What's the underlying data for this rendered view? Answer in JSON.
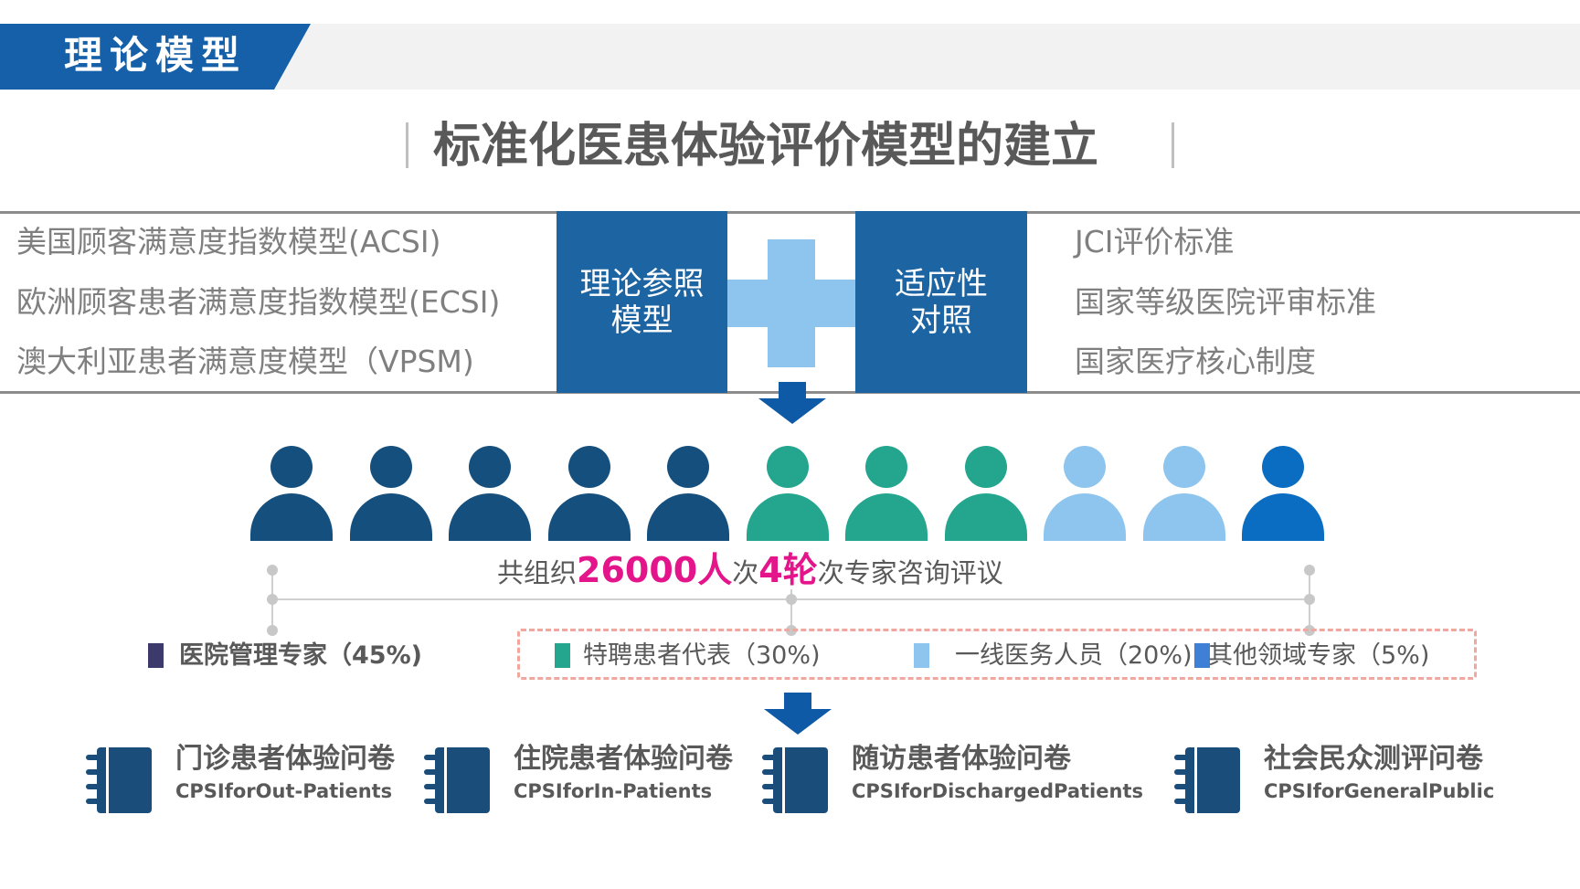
{
  "header": {
    "section_label": "理论模型"
  },
  "main_title": "标准化医患体验评价模型的建立",
  "left_models": [
    "美国顾客满意度指数模型(ACSI)",
    "欧洲顾客患者满意度指数模型(ECSI)",
    "澳大利亚患者满意度模型（VPSM)"
  ],
  "center": {
    "box_left": [
      "理论参照",
      "模型"
    ],
    "box_right": [
      "适应性",
      "对照"
    ]
  },
  "right_standards": [
    "JCI评价标准",
    "国家等级医院评审标准",
    "国家医疗核心制度"
  ],
  "people_colors": [
    "#154f7d",
    "#154f7d",
    "#154f7d",
    "#154f7d",
    "#154f7d",
    "#23a58e",
    "#23a58e",
    "#23a58e",
    "#8ec5ee",
    "#8ec5ee",
    "#0a6dc2"
  ],
  "summary": {
    "prefix": "共组织",
    "count": "26000人",
    "mid": "次",
    "rounds": "4轮",
    "suffix": "次专家咨询评议"
  },
  "legend": [
    {
      "label": "医院管理专家（45%)",
      "color": "#3b3a6b",
      "bold": true
    },
    {
      "label": "特聘患者代表（30%)",
      "color": "#23a58e"
    },
    {
      "label": "一线医务人员（20%)",
      "color": "#8ec5ee"
    },
    {
      "label": "其他领域专家（5%)",
      "color": "#3f7fd6"
    }
  ],
  "questionnaires": [
    {
      "title": "门诊患者体验问卷",
      "subtitle": "CPSIforOut-Patients"
    },
    {
      "title": "住院患者体验问卷",
      "subtitle": "CPSIforIn-Patients"
    },
    {
      "title": "随访患者体验问卷",
      "subtitle": "CPSIforDischargedPatients"
    },
    {
      "title": "社会民众测评问卷",
      "subtitle": "CPSIforGeneralPublic"
    }
  ],
  "colors": {
    "brand_blue": "#1560a8",
    "box_blue": "#1d64a3",
    "plus_light_blue": "#8ec5ee",
    "arrow_blue": "#0f5aa6",
    "highlight_magenta": "#e4148b",
    "icon_navy": "#1a4d7a"
  }
}
